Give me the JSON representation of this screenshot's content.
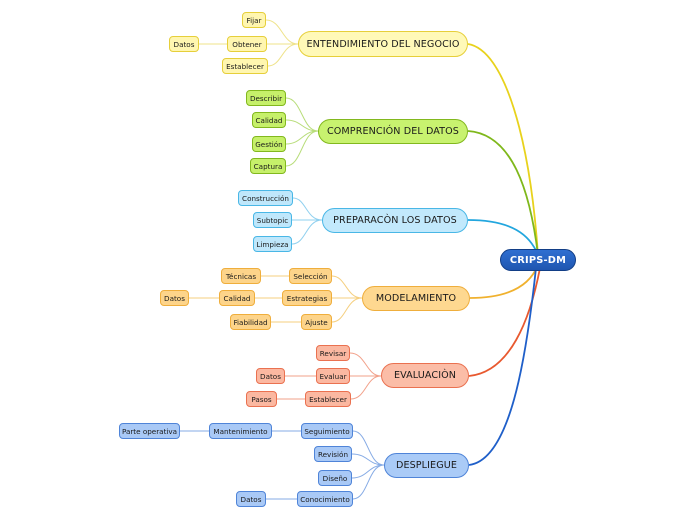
{
  "root": {
    "label": "CRIPS-DM"
  },
  "branches": [
    {
      "id": "b1",
      "label": "ENTENDIMIENTO DEL NEGOCIO",
      "color": "#e8d21c",
      "children": [
        {
          "label": "Fijar"
        },
        {
          "label": "Obtener",
          "children": [
            {
              "label": "Datos"
            }
          ]
        },
        {
          "label": "Establecer"
        }
      ]
    },
    {
      "id": "b2",
      "label": "COMPRENCIÓN DEL DATOS",
      "color": "#7fb81b",
      "children": [
        {
          "label": "Describir"
        },
        {
          "label": "Calidad"
        },
        {
          "label": "Gestión"
        },
        {
          "label": "Captura"
        }
      ]
    },
    {
      "id": "b3",
      "label": "PREPARACÒN  LOS DATOS",
      "color": "#22a6de",
      "children": [
        {
          "label": "Construcción"
        },
        {
          "label": "Subtopic"
        },
        {
          "label": "Limpieza"
        }
      ]
    },
    {
      "id": "b4",
      "label": "MODELAMIENTO",
      "color": "#f0b12e",
      "children": [
        {
          "label": "Selección",
          "children": [
            {
              "label": "Técnicas"
            }
          ]
        },
        {
          "label": "Estrategias",
          "children": [
            {
              "label": "Calidad",
              "children": [
                {
                  "label": "Datos"
                }
              ]
            }
          ]
        },
        {
          "label": "Ajuste",
          "children": [
            {
              "label": "Fiabilidad"
            }
          ]
        }
      ]
    },
    {
      "id": "b5",
      "label": "EVALUACIÒN",
      "color": "#e8592f",
      "children": [
        {
          "label": "Revisar"
        },
        {
          "label": "Evaluar",
          "children": [
            {
              "label": "Datos"
            }
          ]
        },
        {
          "label": "Establecer",
          "children": [
            {
              "label": "Pasos"
            }
          ]
        }
      ]
    },
    {
      "id": "b6",
      "label": "DESPLIEGUE",
      "color": "#1f5fc9",
      "children": [
        {
          "label": "Seguimiento",
          "children": [
            {
              "label": "Mantenimiento",
              "children": [
                {
                  "label": "Parte operativa"
                }
              ]
            }
          ]
        },
        {
          "label": "Revisión"
        },
        {
          "label": "Diseño"
        },
        {
          "label": "Conocimiento",
          "children": [
            {
              "label": "Datos"
            }
          ]
        }
      ]
    }
  ]
}
